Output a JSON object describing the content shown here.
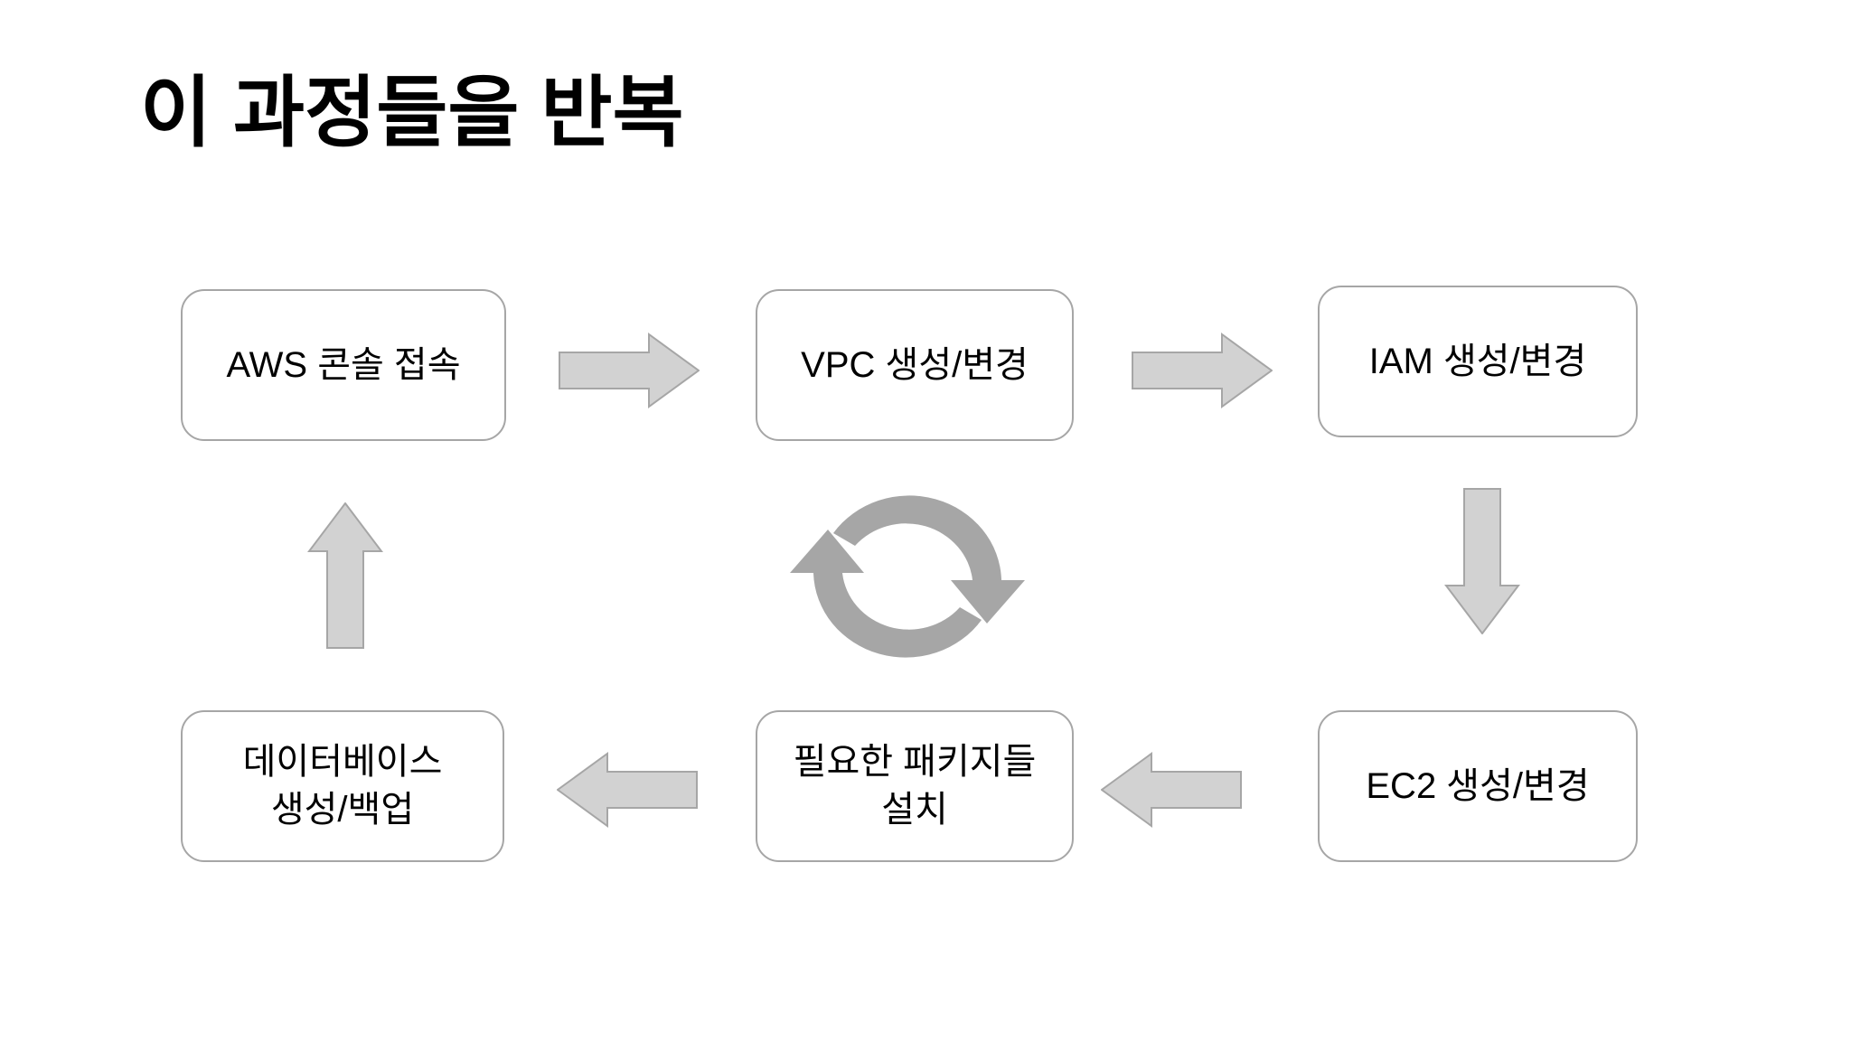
{
  "slide": {
    "title": "이 과정들을 반복",
    "background_color": "#ffffff",
    "title_color": "#000000",
    "box_border_color": "#a6a6a6",
    "box_fill_color": "#ffffff",
    "arrow_fill_color": "#d2d2d2",
    "arrow_border_color": "#a6a6a6",
    "loop_icon_color": "#a6a6a6"
  },
  "flow": {
    "boxes": [
      {
        "id": "aws",
        "label": "AWS 콘솔 접속",
        "row": "top",
        "column": 1
      },
      {
        "id": "vpc",
        "label": "VPC 생성/변경",
        "row": "top",
        "column": 2
      },
      {
        "id": "iam",
        "label": "IAM 생성/변경",
        "row": "top",
        "column": 3
      },
      {
        "id": "ec2",
        "label": "EC2 생성/변경",
        "row": "bottom",
        "column": 3
      },
      {
        "id": "packages",
        "label": "필요한 패키지들\n설치",
        "row": "bottom",
        "column": 2
      },
      {
        "id": "database",
        "label": "데이터베이스\n생성/백업",
        "row": "bottom",
        "column": 1
      }
    ],
    "arrows": [
      {
        "id": "aws-to-vpc",
        "direction": "right",
        "from": "aws",
        "to": "vpc"
      },
      {
        "id": "vpc-to-iam",
        "direction": "right",
        "from": "vpc",
        "to": "iam"
      },
      {
        "id": "iam-to-ec2",
        "direction": "down",
        "from": "iam",
        "to": "ec2"
      },
      {
        "id": "ec2-to-pkg",
        "direction": "left",
        "from": "ec2",
        "to": "packages"
      },
      {
        "id": "pkg-to-db",
        "direction": "left",
        "from": "packages",
        "to": "database"
      },
      {
        "id": "db-to-aws",
        "direction": "up",
        "from": "database",
        "to": "aws"
      }
    ],
    "center_icon": {
      "name": "refresh-loop-icon",
      "description": "circular two-arrow repeat loop"
    }
  }
}
